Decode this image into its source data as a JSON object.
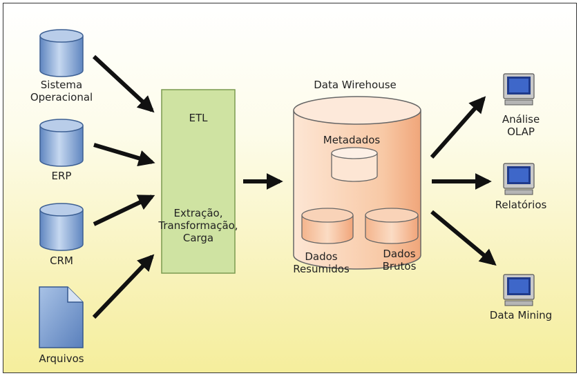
{
  "sources": [
    {
      "label": "Sistema\nOperacional",
      "icon": "database-icon"
    },
    {
      "label": "ERP",
      "icon": "database-icon"
    },
    {
      "label": "CRM",
      "icon": "database-icon"
    },
    {
      "label": "Arquivos",
      "icon": "document-icon"
    }
  ],
  "etl": {
    "title": "ETL",
    "description": "Extração,\nTransformação,\nCarga"
  },
  "warehouse": {
    "title": "Data Wirehouse",
    "metadata": "Metadados",
    "summarized": "Dados\nResumidos",
    "raw": "Dados\nBrutos"
  },
  "outputs": [
    {
      "label": "Análise\nOLAP",
      "icon": "computer-icon"
    },
    {
      "label": "Relatórios",
      "icon": "computer-icon"
    },
    {
      "label": "Data Mining",
      "icon": "computer-icon"
    }
  ],
  "colors": {
    "db_blue": "#8fb0dc",
    "etl_green": "#cfe3a2",
    "warehouse_orange": "#f7c7a5",
    "arrow": "#111111"
  }
}
